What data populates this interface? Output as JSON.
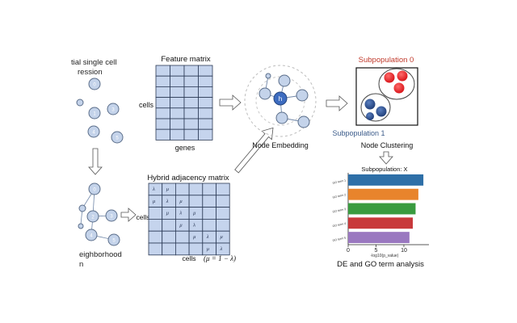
{
  "panel_spatial": {
    "title_line1": "tial single cell",
    "title_line2": "ression",
    "node_labels": [
      "0",
      "1",
      "3",
      "4",
      "5"
    ]
  },
  "panel_neighborhood": {
    "node_labels": [
      "0",
      "2",
      "3",
      "4",
      "5"
    ],
    "caption": "eighborhood",
    "caption_line2": "n"
  },
  "panel_feature": {
    "title": "Feature matrix",
    "row_label": "cells",
    "col_label": "genes"
  },
  "panel_hybrid": {
    "title": "Hybrid adjacency matrix",
    "row_label": "cells",
    "col_label": "cells",
    "formula": "(μ = 1 − λ)",
    "cells": [
      [
        "λ",
        "μ",
        "",
        "",
        "",
        ""
      ],
      [
        "μ",
        "λ",
        "μ",
        "",
        "",
        ""
      ],
      [
        "",
        "μ",
        "λ",
        "μ",
        "",
        ""
      ],
      [
        "",
        "",
        "μ",
        "λ",
        "",
        ""
      ],
      [
        "",
        "",
        "",
        "μ",
        "λ",
        "μ"
      ],
      [
        "",
        "",
        "",
        "",
        "μ",
        "λ"
      ]
    ]
  },
  "panel_embedding": {
    "center_label": "h",
    "caption": "Node Embedding"
  },
  "panel_clustering": {
    "subpop0": "Subpopulation 0",
    "subpop1": "Subpopulation 1",
    "caption": "Node Clustering",
    "colors": {
      "red": "#e8191c",
      "blue": "#2b4c8c",
      "label0": "#c0392b",
      "label1": "#3b5b8a"
    }
  },
  "chart_data": {
    "type": "bar",
    "orientation": "horizontal",
    "title": "Subpopulation: X",
    "categories": [
      "GO term 1",
      "GO term 2",
      "GO term 3",
      "GO term 4",
      "GO term 5"
    ],
    "values": [
      13.5,
      12.6,
      12.1,
      11.6,
      11.0
    ],
    "colors": [
      "#2e6fa7",
      "#e8842c",
      "#3a9b40",
      "#c8393b",
      "#9a78c0"
    ],
    "xlabel": "-log10(p_value)",
    "xticks": [
      "0",
      "5",
      "10"
    ],
    "xlim": [
      0,
      14.5
    ]
  },
  "de_go_caption": "DE and GO term analysis"
}
